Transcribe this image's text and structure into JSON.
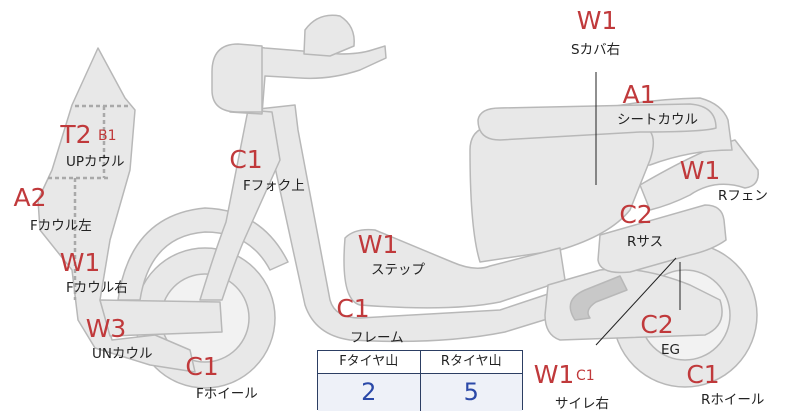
{
  "parts": [
    {
      "id": "s_cover_r",
      "code": "W1",
      "label": "Sカバ右"
    },
    {
      "id": "seat_cowl",
      "code": "A1",
      "label": "シートカウル"
    },
    {
      "id": "r_fender",
      "code": "W1",
      "label": "Rフェン"
    },
    {
      "id": "r_sus",
      "code": "C2",
      "label": "Rサス"
    },
    {
      "id": "eg",
      "code": "C2",
      "label": "EG"
    },
    {
      "id": "r_wheel",
      "code": "C1",
      "label": "Rホイール"
    },
    {
      "id": "side_r",
      "code": "W1",
      "sub": "C1",
      "label": "サイレ右"
    },
    {
      "id": "frame",
      "code": "C1",
      "label": "フレーム"
    },
    {
      "id": "step",
      "code": "W1",
      "label": "ステップ"
    },
    {
      "id": "f_fork_top",
      "code": "C1",
      "label": "Fフォク上"
    },
    {
      "id": "up_cowl",
      "code": "T2",
      "sub": "B1",
      "label": "UPカウル"
    },
    {
      "id": "f_cowl_l",
      "code": "A2",
      "label": "Fカウル左"
    },
    {
      "id": "f_cowl_r",
      "code": "W1",
      "label": "Fカウル右"
    },
    {
      "id": "un_cowl",
      "code": "W3",
      "label": "UNカウル"
    },
    {
      "id": "f_wheel",
      "code": "C1",
      "label": "Fホイール"
    }
  ],
  "tread": {
    "front_label": "Fタイヤ山",
    "rear_label": "Rタイヤ山",
    "front_value": "2",
    "rear_value": "5"
  },
  "colors": {
    "code": "#c0393b",
    "value": "#2b49a8",
    "body_fill": "#e8e8e8",
    "body_stroke": "#b9b9b9"
  }
}
